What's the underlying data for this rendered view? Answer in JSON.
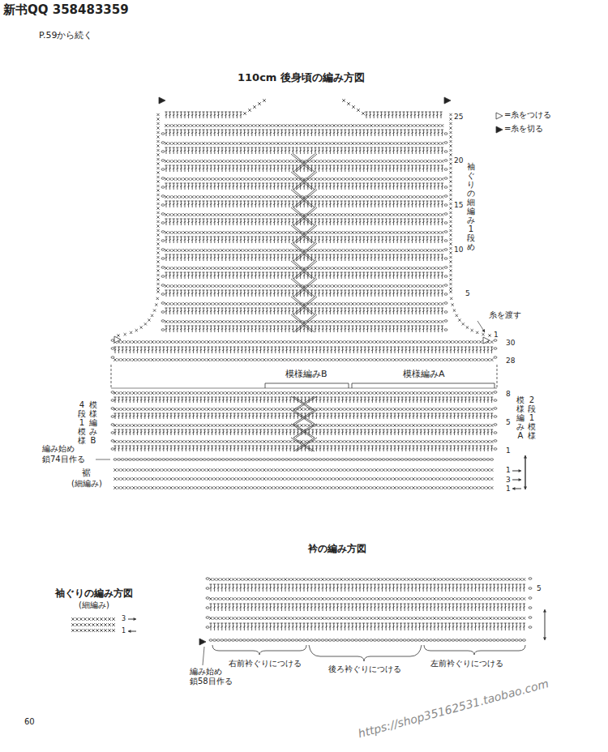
{
  "diagram": {
    "title": "110cm 後身頃の編み方図",
    "labels": [
      "新书QQ 358483359",
      "P.59から続く",
      "25",
      "20",
      "15",
      "10",
      "5",
      "1",
      "30",
      "28",
      "8",
      "5",
      "1",
      "1",
      "3",
      "1",
      "袖ぐりの細編み1段め",
      "糸を渡す",
      "模様編みB",
      "模様編みA",
      "4段1模様",
      "模様編みB",
      "2段1模様",
      "模様編みA",
      "編み始め",
      "鎖74目作る",
      "裾",
      "(細編み)",
      "衿の編み方図",
      "袖ぐりの編み方図",
      "(細編み)",
      "3",
      "1",
      "5",
      "右前衿ぐりにつける",
      "後ろ衿ぐりにつける",
      "左前衿ぐりにつける",
      "編み始め",
      "鎖58目作る",
      "60",
      "https://shop35162531.taobao.com"
    ],
    "legend": [
      {
        "text": "=糸をつける"
      },
      {
        "text": "=糸を切る"
      }
    ]
  }
}
